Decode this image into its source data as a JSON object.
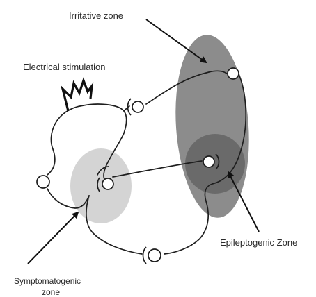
{
  "diagram": {
    "labels": {
      "irritative_zone": "Irritative zone",
      "electrical_stimulation": "Electrical stimulation",
      "epileptogenic_zone": "Epileptogenic Zone",
      "symptomatogenic_zone_line1": "Symptomatogenic",
      "symptomatogenic_zone_line2": "zone"
    },
    "colors": {
      "irritative_zone_fill": "#8c8c8c",
      "epileptogenic_zone_fill": "#6a6a6a",
      "symptomatogenic_zone_fill": "#d4d4d4",
      "line": "#1e1e1e",
      "text": "#2a2a2a"
    },
    "icons": {
      "stimulation": "zigzag-lightning-icon",
      "arrow": "arrow-icon"
    }
  }
}
